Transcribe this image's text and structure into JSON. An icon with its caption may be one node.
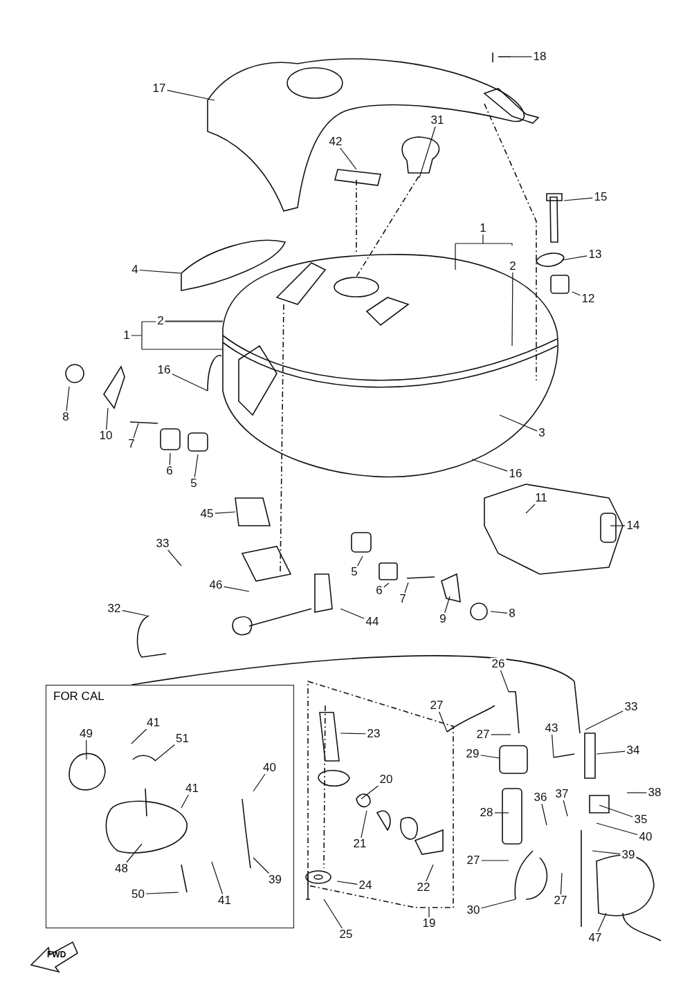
{
  "diagram": {
    "nodes": [
      {
        "text": [
          "18"
        ]
      },
      {
        "text": [
          "17"
        ]
      },
      {
        "text": [
          "31"
        ]
      },
      {
        "text": [
          "42"
        ]
      },
      {
        "text": [
          "15"
        ]
      },
      {
        "text": [
          "13"
        ]
      },
      {
        "text": [
          "1"
        ]
      },
      {
        "text": [
          "2"
        ]
      },
      {
        "text": [
          "4"
        ]
      },
      {
        "text": [
          "12"
        ]
      },
      {
        "text": [
          "2"
        ]
      },
      {
        "text": [
          "1"
        ]
      },
      {
        "text": [
          "16"
        ]
      },
      {
        "text": [
          "8"
        ]
      },
      {
        "text": [
          "10"
        ]
      },
      {
        "text": [
          "3"
        ]
      },
      {
        "text": [
          "7"
        ]
      },
      {
        "text": [
          "6"
        ]
      },
      {
        "text": [
          "5"
        ]
      },
      {
        "text": [
          "16"
        ]
      },
      {
        "text": [
          "11"
        ]
      },
      {
        "text": [
          "45"
        ]
      },
      {
        "text": [
          "14"
        ]
      },
      {
        "text": [
          "33"
        ]
      },
      {
        "text": [
          "5"
        ]
      },
      {
        "text": [
          "6"
        ]
      },
      {
        "text": [
          "7"
        ]
      },
      {
        "text": [
          "46"
        ]
      },
      {
        "text": [
          "32"
        ]
      },
      {
        "text": [
          "9"
        ]
      },
      {
        "text": [
          "8"
        ]
      },
      {
        "text": [
          "44"
        ]
      },
      {
        "text": [
          "FOR CAL"
        ]
      },
      {
        "text": [
          "49"
        ],
        "in": 32
      },
      {
        "text": [
          "41"
        ],
        "in": 32
      },
      {
        "text": [
          "51"
        ],
        "in": 32
      },
      {
        "text": [
          "40"
        ],
        "in": 32
      },
      {
        "text": [
          "41"
        ],
        "in": 32
      },
      {
        "text": [
          "48"
        ],
        "in": 32
      },
      {
        "text": [
          "39"
        ],
        "in": 32
      },
      {
        "text": [
          "50"
        ],
        "in": 32
      },
      {
        "text": [
          "41"
        ],
        "in": 32
      },
      {
        "text": [
          "26"
        ]
      },
      {
        "text": [
          "27"
        ]
      },
      {
        "text": [
          "33"
        ]
      },
      {
        "text": [
          "23"
        ]
      },
      {
        "text": [
          "27"
        ]
      },
      {
        "text": [
          "43"
        ]
      },
      {
        "text": [
          "29"
        ]
      },
      {
        "text": [
          "34"
        ]
      },
      {
        "text": [
          "20"
        ]
      },
      {
        "text": [
          "38"
        ]
      },
      {
        "text": [
          "36"
        ]
      },
      {
        "text": [
          "37"
        ]
      },
      {
        "text": [
          "28"
        ]
      },
      {
        "text": [
          "35"
        ]
      },
      {
        "text": [
          "21"
        ]
      },
      {
        "text": [
          "40"
        ]
      },
      {
        "text": [
          "39"
        ]
      },
      {
        "text": [
          "27"
        ]
      },
      {
        "text": [
          "22"
        ]
      },
      {
        "text": [
          "24"
        ]
      },
      {
        "text": [
          "30"
        ]
      },
      {
        "text": [
          "27"
        ]
      },
      {
        "text": [
          "19"
        ]
      },
      {
        "text": [
          "25"
        ]
      },
      {
        "text": [
          "47"
        ]
      }
    ],
    "edges": [
      {
        "from": 0,
        "to": null,
        "arrow": "none"
      },
      {
        "from": 1,
        "to": null,
        "arrow": "none"
      },
      {
        "from": 2,
        "to": null,
        "arrow": "none"
      },
      {
        "from": 3,
        "to": null,
        "arrow": "none"
      },
      {
        "from": 4,
        "to": null,
        "arrow": "none"
      },
      {
        "from": 5,
        "to": null,
        "arrow": "none"
      },
      {
        "from": 6,
        "to": null,
        "arrow": "none"
      },
      {
        "from": 7,
        "to": null,
        "arrow": "none"
      },
      {
        "from": 8,
        "to": null,
        "arrow": "none"
      },
      {
        "from": 9,
        "to": null,
        "arrow": "none"
      },
      {
        "from": 10,
        "to": null,
        "arrow": "none"
      },
      {
        "from": 11,
        "to": null,
        "arrow": "none"
      },
      {
        "from": 12,
        "to": null,
        "arrow": "none"
      },
      {
        "from": 13,
        "to": null,
        "arrow": "none"
      },
      {
        "from": 14,
        "to": null,
        "arrow": "none"
      },
      {
        "from": 15,
        "to": null,
        "arrow": "none"
      },
      {
        "from": 16,
        "to": null,
        "arrow": "none"
      },
      {
        "from": 17,
        "to": null,
        "arrow": "none"
      },
      {
        "from": 18,
        "to": null,
        "arrow": "none"
      },
      {
        "from": 19,
        "to": null,
        "arrow": "none"
      },
      {
        "from": 20,
        "to": null,
        "arrow": "none"
      },
      {
        "from": 21,
        "to": null,
        "arrow": "none"
      },
      {
        "from": 22,
        "to": null,
        "arrow": "none"
      },
      {
        "from": 23,
        "to": null,
        "arrow": "none"
      },
      {
        "from": 24,
        "to": null,
        "arrow": "none"
      },
      {
        "from": 25,
        "to": null,
        "arrow": "none"
      },
      {
        "from": 26,
        "to": null,
        "arrow": "none"
      },
      {
        "from": 27,
        "to": null,
        "arrow": "none"
      },
      {
        "from": 28,
        "to": null,
        "arrow": "none"
      },
      {
        "from": 29,
        "to": null,
        "arrow": "none"
      },
      {
        "from": 30,
        "to": null,
        "arrow": "none"
      },
      {
        "from": 31,
        "to": null,
        "arrow": "none"
      },
      {
        "from": 33,
        "to": null,
        "arrow": "none"
      },
      {
        "from": 34,
        "to": null,
        "arrow": "none"
      },
      {
        "from": 35,
        "to": null,
        "arrow": "none"
      },
      {
        "from": 36,
        "to": null,
        "arrow": "none"
      },
      {
        "from": 37,
        "to": null,
        "arrow": "none"
      },
      {
        "from": 38,
        "to": null,
        "arrow": "none"
      },
      {
        "from": 39,
        "to": null,
        "arrow": "none"
      },
      {
        "from": 40,
        "to": null,
        "arrow": "none"
      },
      {
        "from": 41,
        "to": null,
        "arrow": "none"
      },
      {
        "from": 42,
        "to": null,
        "arrow": "none"
      },
      {
        "from": 43,
        "to": null,
        "arrow": "none"
      },
      {
        "from": 44,
        "to": null,
        "arrow": "none"
      },
      {
        "from": 45,
        "to": null,
        "arrow": "none"
      },
      {
        "from": 46,
        "to": null,
        "arrow": "none"
      },
      {
        "from": 47,
        "to": null,
        "arrow": "none"
      },
      {
        "from": 48,
        "to": null,
        "arrow": "none"
      },
      {
        "from": 49,
        "to": null,
        "arrow": "none"
      },
      {
        "from": 50,
        "to": null,
        "arrow": "none"
      },
      {
        "from": 51,
        "to": null,
        "arrow": "none"
      },
      {
        "from": 52,
        "to": null,
        "arrow": "none"
      },
      {
        "from": 53,
        "to": null,
        "arrow": "none"
      },
      {
        "from": 54,
        "to": null,
        "arrow": "none"
      },
      {
        "from": 55,
        "to": null,
        "arrow": "none"
      },
      {
        "from": 56,
        "to": null,
        "arrow": "none"
      },
      {
        "from": 57,
        "to": null,
        "arrow": "none"
      },
      {
        "from": 58,
        "to": null,
        "arrow": "none"
      },
      {
        "from": 59,
        "to": null,
        "arrow": "none"
      },
      {
        "from": 60,
        "to": null,
        "arrow": "none"
      },
      {
        "from": 61,
        "to": null,
        "arrow": "none"
      },
      {
        "from": 62,
        "to": null,
        "arrow": "none"
      },
      {
        "from": 63,
        "to": null,
        "arrow": "none"
      },
      {
        "from": 64,
        "to": null,
        "arrow": "none"
      },
      {
        "from": 65,
        "to": null,
        "arrow": "none"
      },
      {
        "from": 66,
        "to": null,
        "arrow": "none"
      }
    ],
    "labels": [
      "FWD"
    ]
  }
}
